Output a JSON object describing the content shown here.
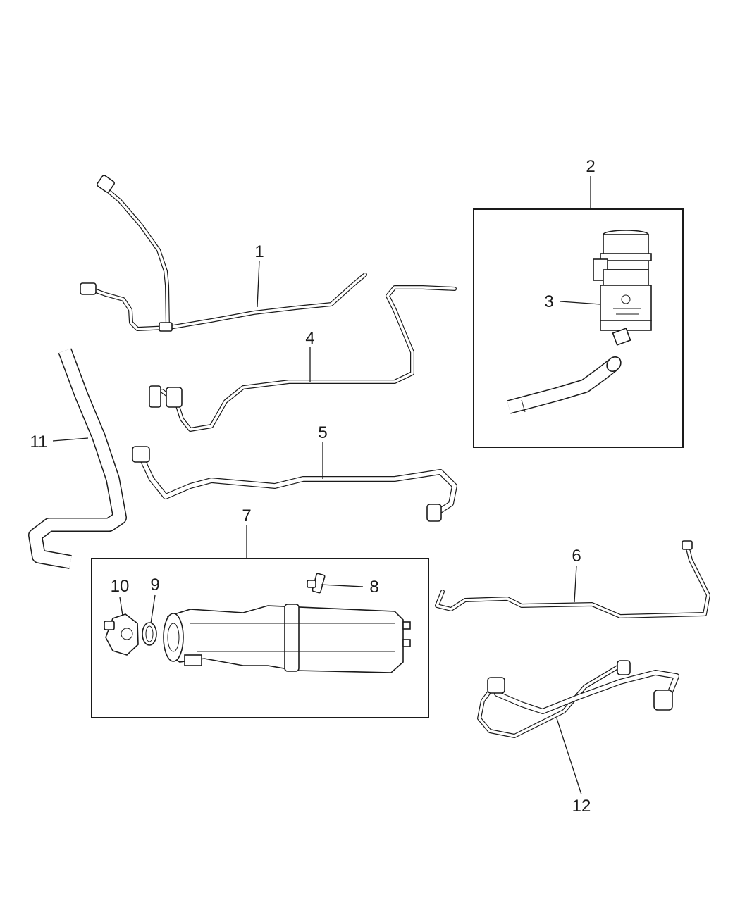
{
  "diagram": {
    "callouts": [
      {
        "id": "1",
        "label": "1"
      },
      {
        "id": "2",
        "label": "2"
      },
      {
        "id": "3",
        "label": "3"
      },
      {
        "id": "4",
        "label": "4"
      },
      {
        "id": "5",
        "label": "5"
      },
      {
        "id": "6",
        "label": "6"
      },
      {
        "id": "7",
        "label": "7"
      },
      {
        "id": "8",
        "label": "8"
      },
      {
        "id": "9",
        "label": "9"
      },
      {
        "id": "10",
        "label": "10"
      },
      {
        "id": "11",
        "label": "11"
      },
      {
        "id": "12",
        "label": "12"
      }
    ],
    "colors": {
      "ink": "#1a1a1a",
      "background": "#ffffff"
    }
  }
}
